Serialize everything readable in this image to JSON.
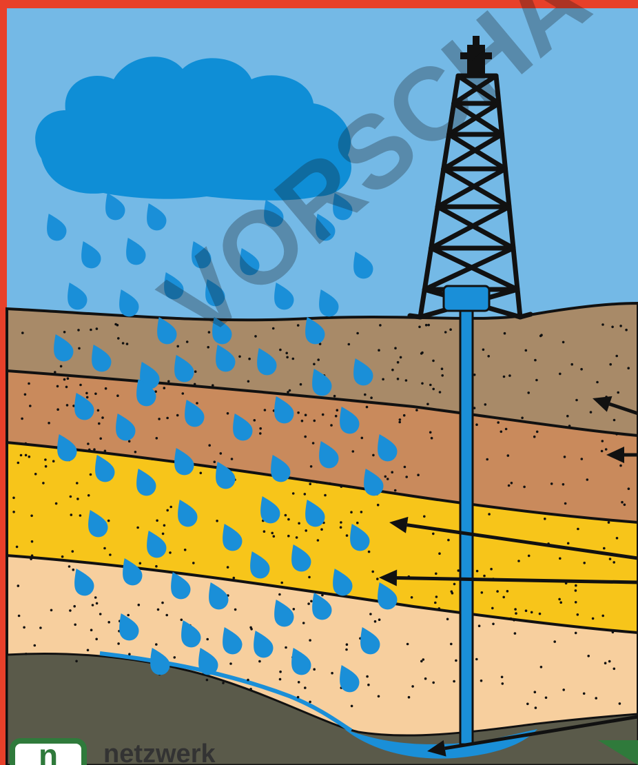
{
  "watermark": "VORSCHAU",
  "logo": {
    "badge_text": "n",
    "brand_text": "netzwerk"
  },
  "colors": {
    "border": "#e8402a",
    "sky": "#74b9e6",
    "cloud": "#0f8ed6",
    "rain": "#1a8fd8",
    "layer_topsoil": "#a88a68",
    "layer_clay": "#c98a5c",
    "layer_sand_yellow": "#f7c51a",
    "layer_sand_light": "#f7cf9e",
    "bedrock": "#5a5a4a",
    "water": "#1a8fd8",
    "derrick": "#111111",
    "logo_green": "#2f7a3b"
  },
  "icons": [
    "cloud-icon",
    "raindrop-icon",
    "drilling-derrick-icon",
    "well-pipe-icon",
    "arrow-icon"
  ]
}
